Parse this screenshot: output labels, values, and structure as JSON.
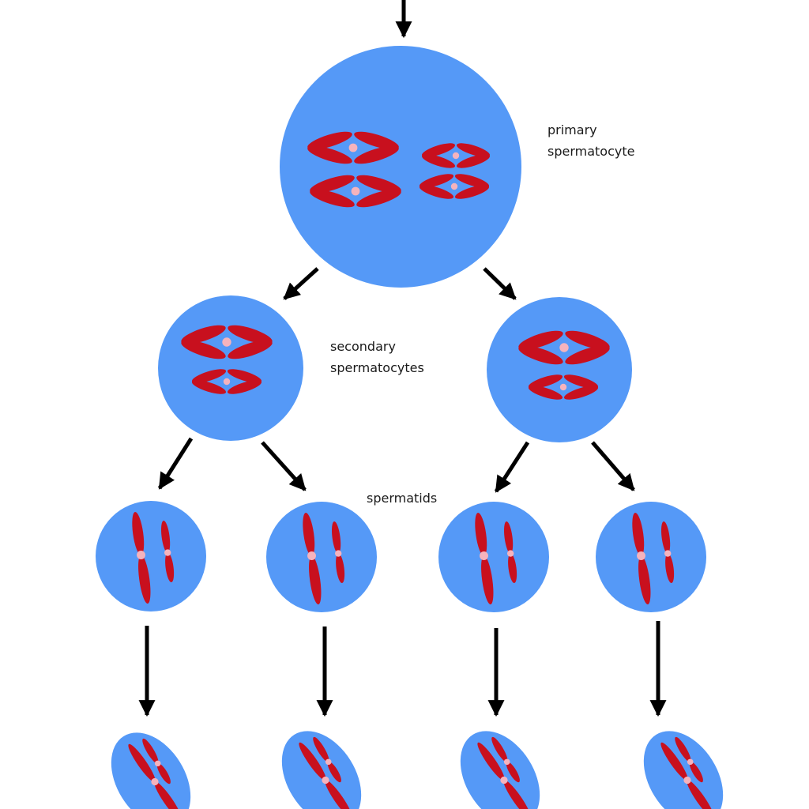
{
  "labels": {
    "primary": [
      "primary",
      "spermatocyte"
    ],
    "secondary": [
      "secondary",
      "spermatocytes"
    ],
    "spermatids": "spermatids"
  },
  "colors": {
    "cell": "#5599f7",
    "chromosome": "#c8101e",
    "centromere": "#f5b3bd",
    "arrow": "#000000"
  }
}
